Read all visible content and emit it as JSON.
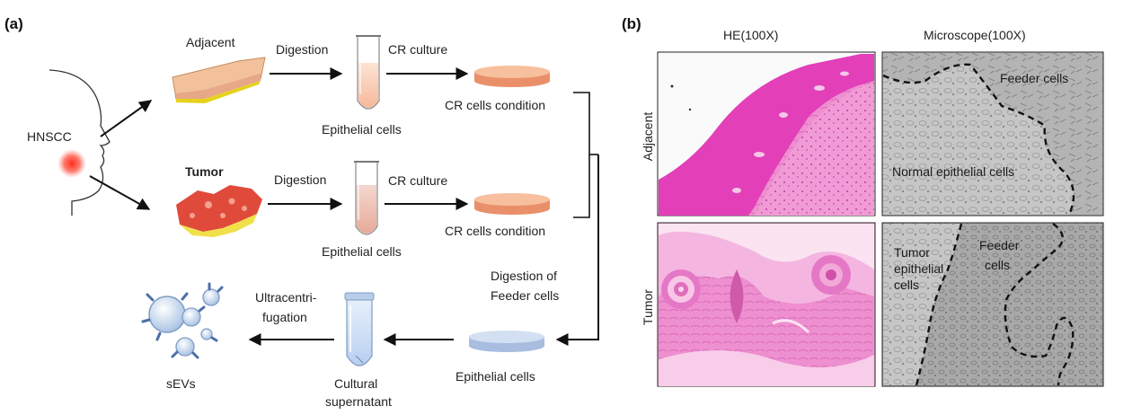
{
  "panel_a": {
    "label": "(a)",
    "hnscc": "HNSCC",
    "adjacent": "Adjacent",
    "tumor": "Tumor",
    "digestion_1": "Digestion",
    "digestion_2": "Digestion",
    "cr_culture_1": "CR culture",
    "cr_culture_2": "CR culture",
    "epithelial_1": "Epithelial cells",
    "epithelial_2": "Epithelial cells",
    "epithelial_3": "Epithelial cells",
    "cr_condition_1": "CR cells condition",
    "cr_condition_2": "CR cells condition",
    "digestion_feeder_line1": "Digestion of",
    "digestion_feeder_line2": "Feeder cells",
    "ultracentri_line1": "Ultracentri-",
    "ultracentri_line2": "fugation",
    "cultural_line1": "Cultural",
    "cultural_line2": "supernatant",
    "sevs": "sEVs"
  },
  "panel_b": {
    "label": "(b)",
    "col_he": "HE(100X)",
    "col_micro": "Microscope(100X)",
    "row_adjacent": "Adjacent",
    "row_tumor": "Tumor",
    "feeder_cells_top": "Feeder cells",
    "normal_epithelial": "Normal epithelial cells",
    "tumor_epi_line1": "Tumor",
    "tumor_epi_line2": "epithelial",
    "tumor_epi_line3": "cells",
    "feeder_bottom_line1": "Feeder",
    "feeder_bottom_line2": "cells"
  },
  "colors": {
    "he_pink": "#e23fb8",
    "he_light": "#f3a6d9",
    "micro_gray": "#bdbdbd",
    "dish_orange": "#f4a47a",
    "dish_blue": "#c5d3ea",
    "tumor_red": "#e04a3a",
    "tissue_peach": "#f2c19b"
  }
}
